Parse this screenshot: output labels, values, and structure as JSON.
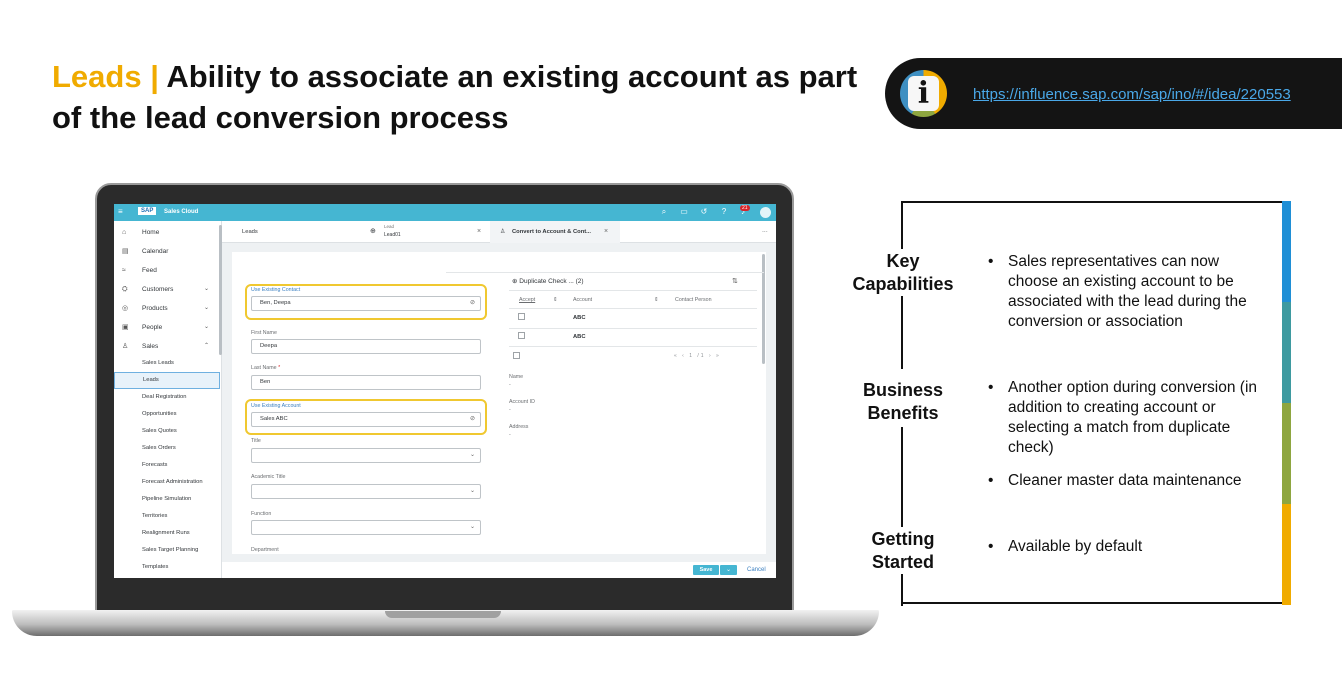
{
  "slide": {
    "title_accent": "Leads |",
    "title_rest": " Ability to associate an existing account as part of the lead conversion process",
    "info_link": "https://influence.sap.com/sap/ino/#/idea/220553",
    "info_icon_letter": "i",
    "colors": {
      "accent": "#f0ab00",
      "dark": "#141414",
      "link": "#4aa8e8",
      "bar_blue": "#1f8fd6",
      "bar_teal": "#3e9aa0",
      "bar_green": "#8ea640",
      "bar_yellow": "#f0ab00"
    }
  },
  "app": {
    "logo": "SAP",
    "product": "Sales Cloud",
    "notification_count": "21",
    "shell_icons": [
      "search-icon",
      "feedback-icon",
      "history-icon",
      "help-icon",
      "bell-icon"
    ],
    "nav": [
      {
        "label": "Home",
        "icon": "home-icon"
      },
      {
        "label": "Calendar",
        "icon": "calendar-icon"
      },
      {
        "label": "Feed",
        "icon": "feed-icon"
      },
      {
        "label": "Customers",
        "icon": "customers-icon"
      },
      {
        "label": "Products",
        "icon": "products-icon"
      },
      {
        "label": "People",
        "icon": "people-icon"
      },
      {
        "label": "Sales",
        "icon": "sales-icon"
      }
    ],
    "sales_items": [
      "Sales Leads",
      "Leads",
      "Deal Registration",
      "Opportunities",
      "Sales Quotes",
      "Sales Orders",
      "Forecasts",
      "Forecast Administration",
      "Pipeline Simulation",
      "Territories",
      "Realignment Runs",
      "Sales Target Planning",
      "Templates"
    ],
    "tabs": {
      "leads": "Leads",
      "lead_small": "Lead",
      "lead_id": "Lead01",
      "convert": "Convert to Account & Cont...",
      "overflow": "···"
    },
    "form": {
      "use_existing_contact_label": "Use Existing Contact",
      "use_existing_contact_value": "Ben, Deepa",
      "first_name_label": "First Name",
      "first_name_value": "Deepa",
      "last_name_label": "Last Name",
      "last_name_value": "Ben",
      "required_mark": "*",
      "use_existing_account_label": "Use Existing Account",
      "use_existing_account_value": "Sales ABC",
      "title_label": "Title",
      "academic_title_label": "Academic Title",
      "function_label": "Function",
      "department_label": "Department"
    },
    "duplicate_check": {
      "title": "Duplicate Check ...",
      "count": "(2)",
      "columns": [
        "Accept",
        "Account",
        "Contact Person"
      ],
      "rows": [
        "ABC",
        "ABC"
      ],
      "pager": "« ‹ 1 /1 › »",
      "detail_labels": [
        "Name",
        "Account ID",
        "Address"
      ],
      "empty_value": "-"
    },
    "footer": {
      "save": "Save",
      "save_menu": "⌄",
      "cancel": "Cancel"
    }
  },
  "info_box": {
    "key_capabilities_label": "Key\nCapabilities",
    "business_benefits_label": "Business\nBenefits",
    "getting_started_label": "Getting\nStarted",
    "bullet_char": "•",
    "bullets": [
      "Sales representatives can now choose an existing account to be associated with the lead during the conversion or association",
      "Another option during conversion (in addition to creating account or selecting a match from duplicate check)",
      "Cleaner master data maintenance",
      "Available by default"
    ]
  }
}
